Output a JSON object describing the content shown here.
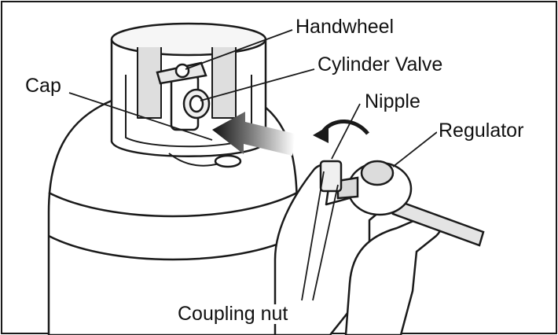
{
  "labels": {
    "handwheel": "Handwheel",
    "cylinder_valve": "Cylinder Valve",
    "cap": "Cap",
    "nipple": "Nipple",
    "regulator": "Regulator",
    "coupling_nut": "Coupling nut"
  },
  "colors": {
    "line": "#1a1a1a",
    "fill": "#ffffff",
    "shade": "#cfcfcf",
    "arrow": "#222222"
  },
  "icons": [
    "propane-cylinder",
    "cylinder-valve",
    "connection-arrow",
    "rotation-arrow",
    "regulator",
    "hands"
  ]
}
